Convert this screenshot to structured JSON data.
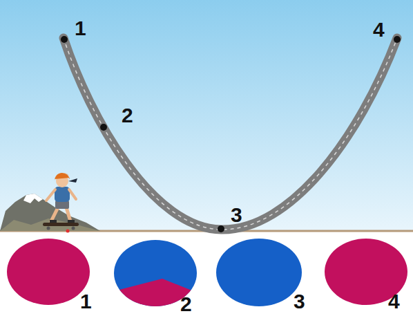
{
  "diagram": {
    "nodes": [
      {
        "text": [
          "1"
        ]
      },
      {
        "text": [
          "2"
        ]
      },
      {
        "text": [
          "3"
        ]
      },
      {
        "text": [
          "4"
        ]
      }
    ],
    "labels": [
      "1",
      "2",
      "3",
      "4"
    ]
  }
}
